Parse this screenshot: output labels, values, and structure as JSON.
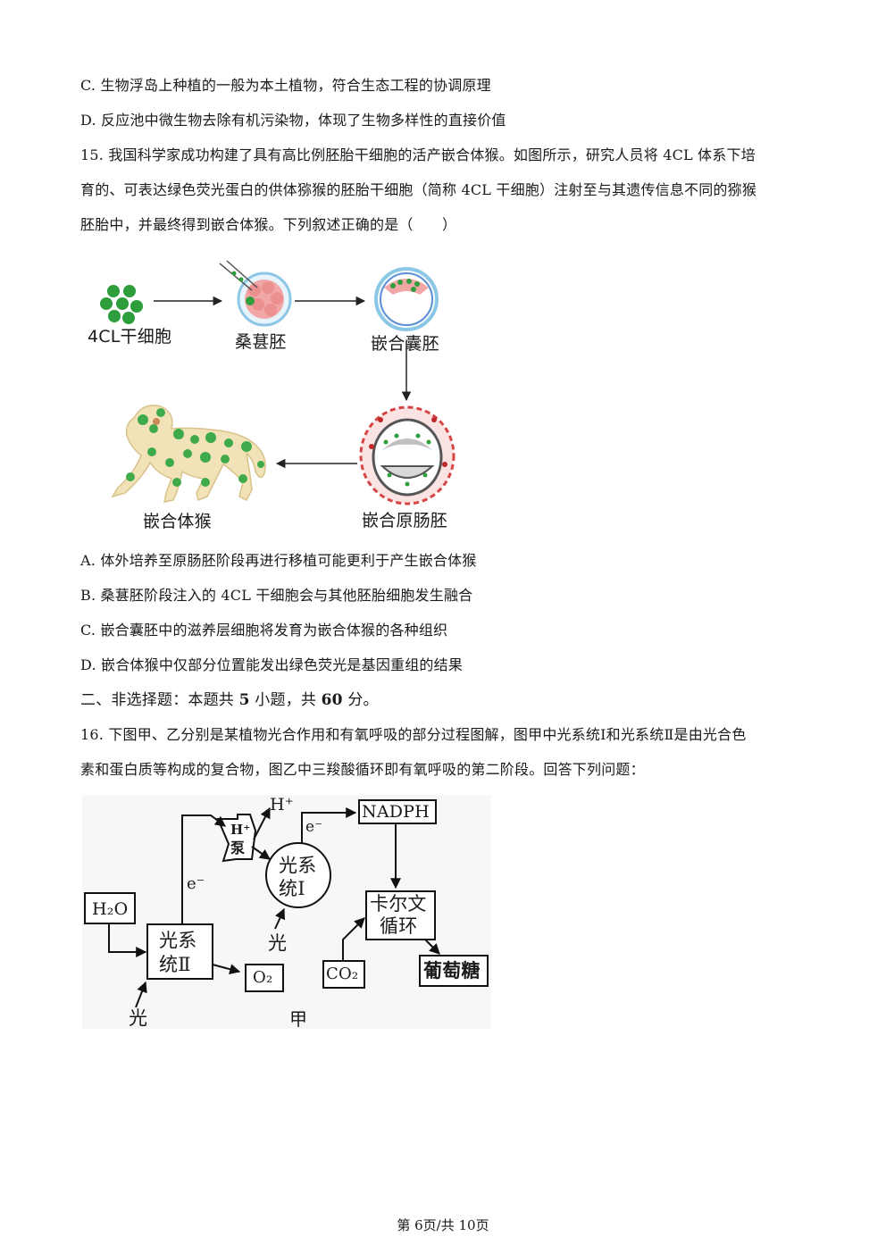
{
  "q14": {
    "option_c": "C. 生物浮岛上种植的一般为本土植物，符合生态工程的协调原理",
    "option_d": "D. 反应池中微生物去除有机污染物，体现了生物多样性的直接价值"
  },
  "q15": {
    "stem_line1": "15. 我国科学家成功构建了具有高比例胚胎干细胞的活产嵌合体猴。如图所示，研究人员将 4CL 体系下培",
    "stem_line2": "育的、可表达绿色荧光蛋白的供体猕猴的胚胎干细胞（简称 4CL 干细胞）注射至与其遗传信息不同的猕猴",
    "stem_line3": "胚胎中，并最终得到嵌合体猴。下列叙述正确的是（　　）",
    "figure": {
      "label_stem_cells": "4CL干细胞",
      "label_morula": "桑葚胚",
      "label_blastocyst": "嵌合囊胚",
      "label_gastrula": "嵌合原肠胚",
      "label_monkey": "嵌合体猴"
    },
    "option_a": "A. 体外培养至原肠胚阶段再进行移植可能更利于产生嵌合体猴",
    "option_b": "B. 桑葚胚阶段注入的 4CL 干细胞会与其他胚胎细胞发生融合",
    "option_c": "C. 嵌合囊胚中的滋养层细胞将发育为嵌合体猴的各种组织",
    "option_d": "D. 嵌合体猴中仅部分位置能发出绿色荧光是基因重组的结果"
  },
  "section2": {
    "prefix": "二、非选择题：本题共 ",
    "count": "5",
    "middle": " 小题，共 ",
    "score": "60",
    "suffix": " 分。"
  },
  "q16": {
    "stem_line1": "16. 下图甲、乙分别是某植物光合作用和有氧呼吸的部分过程图解，图甲中光系统Ⅰ和光系统Ⅱ是由光合色",
    "stem_line2": "素和蛋白质等构成的复合物，图乙中三羧酸循环即有氧呼吸的第二阶段。回答下列问题：",
    "figure": {
      "h2o": "H₂O",
      "ps2_line1": "光系",
      "ps2_line2": "统Ⅱ",
      "o2": "O₂",
      "light_bottom": "光",
      "electron_left": "e⁻",
      "pump_line1": "H⁺",
      "pump_line2": "泵",
      "h_plus": "H⁺",
      "electron_top": "e⁻",
      "ps1_line1": "光系",
      "ps1_line2": "统Ⅰ",
      "light_mid": "光",
      "nadph": "NADPH",
      "calvin_line1": "卡尔文",
      "calvin_line2": "循环",
      "co2": "CO₂",
      "glucose": "葡萄糖",
      "caption": "甲"
    }
  },
  "footer": "第 6页/共 10页"
}
